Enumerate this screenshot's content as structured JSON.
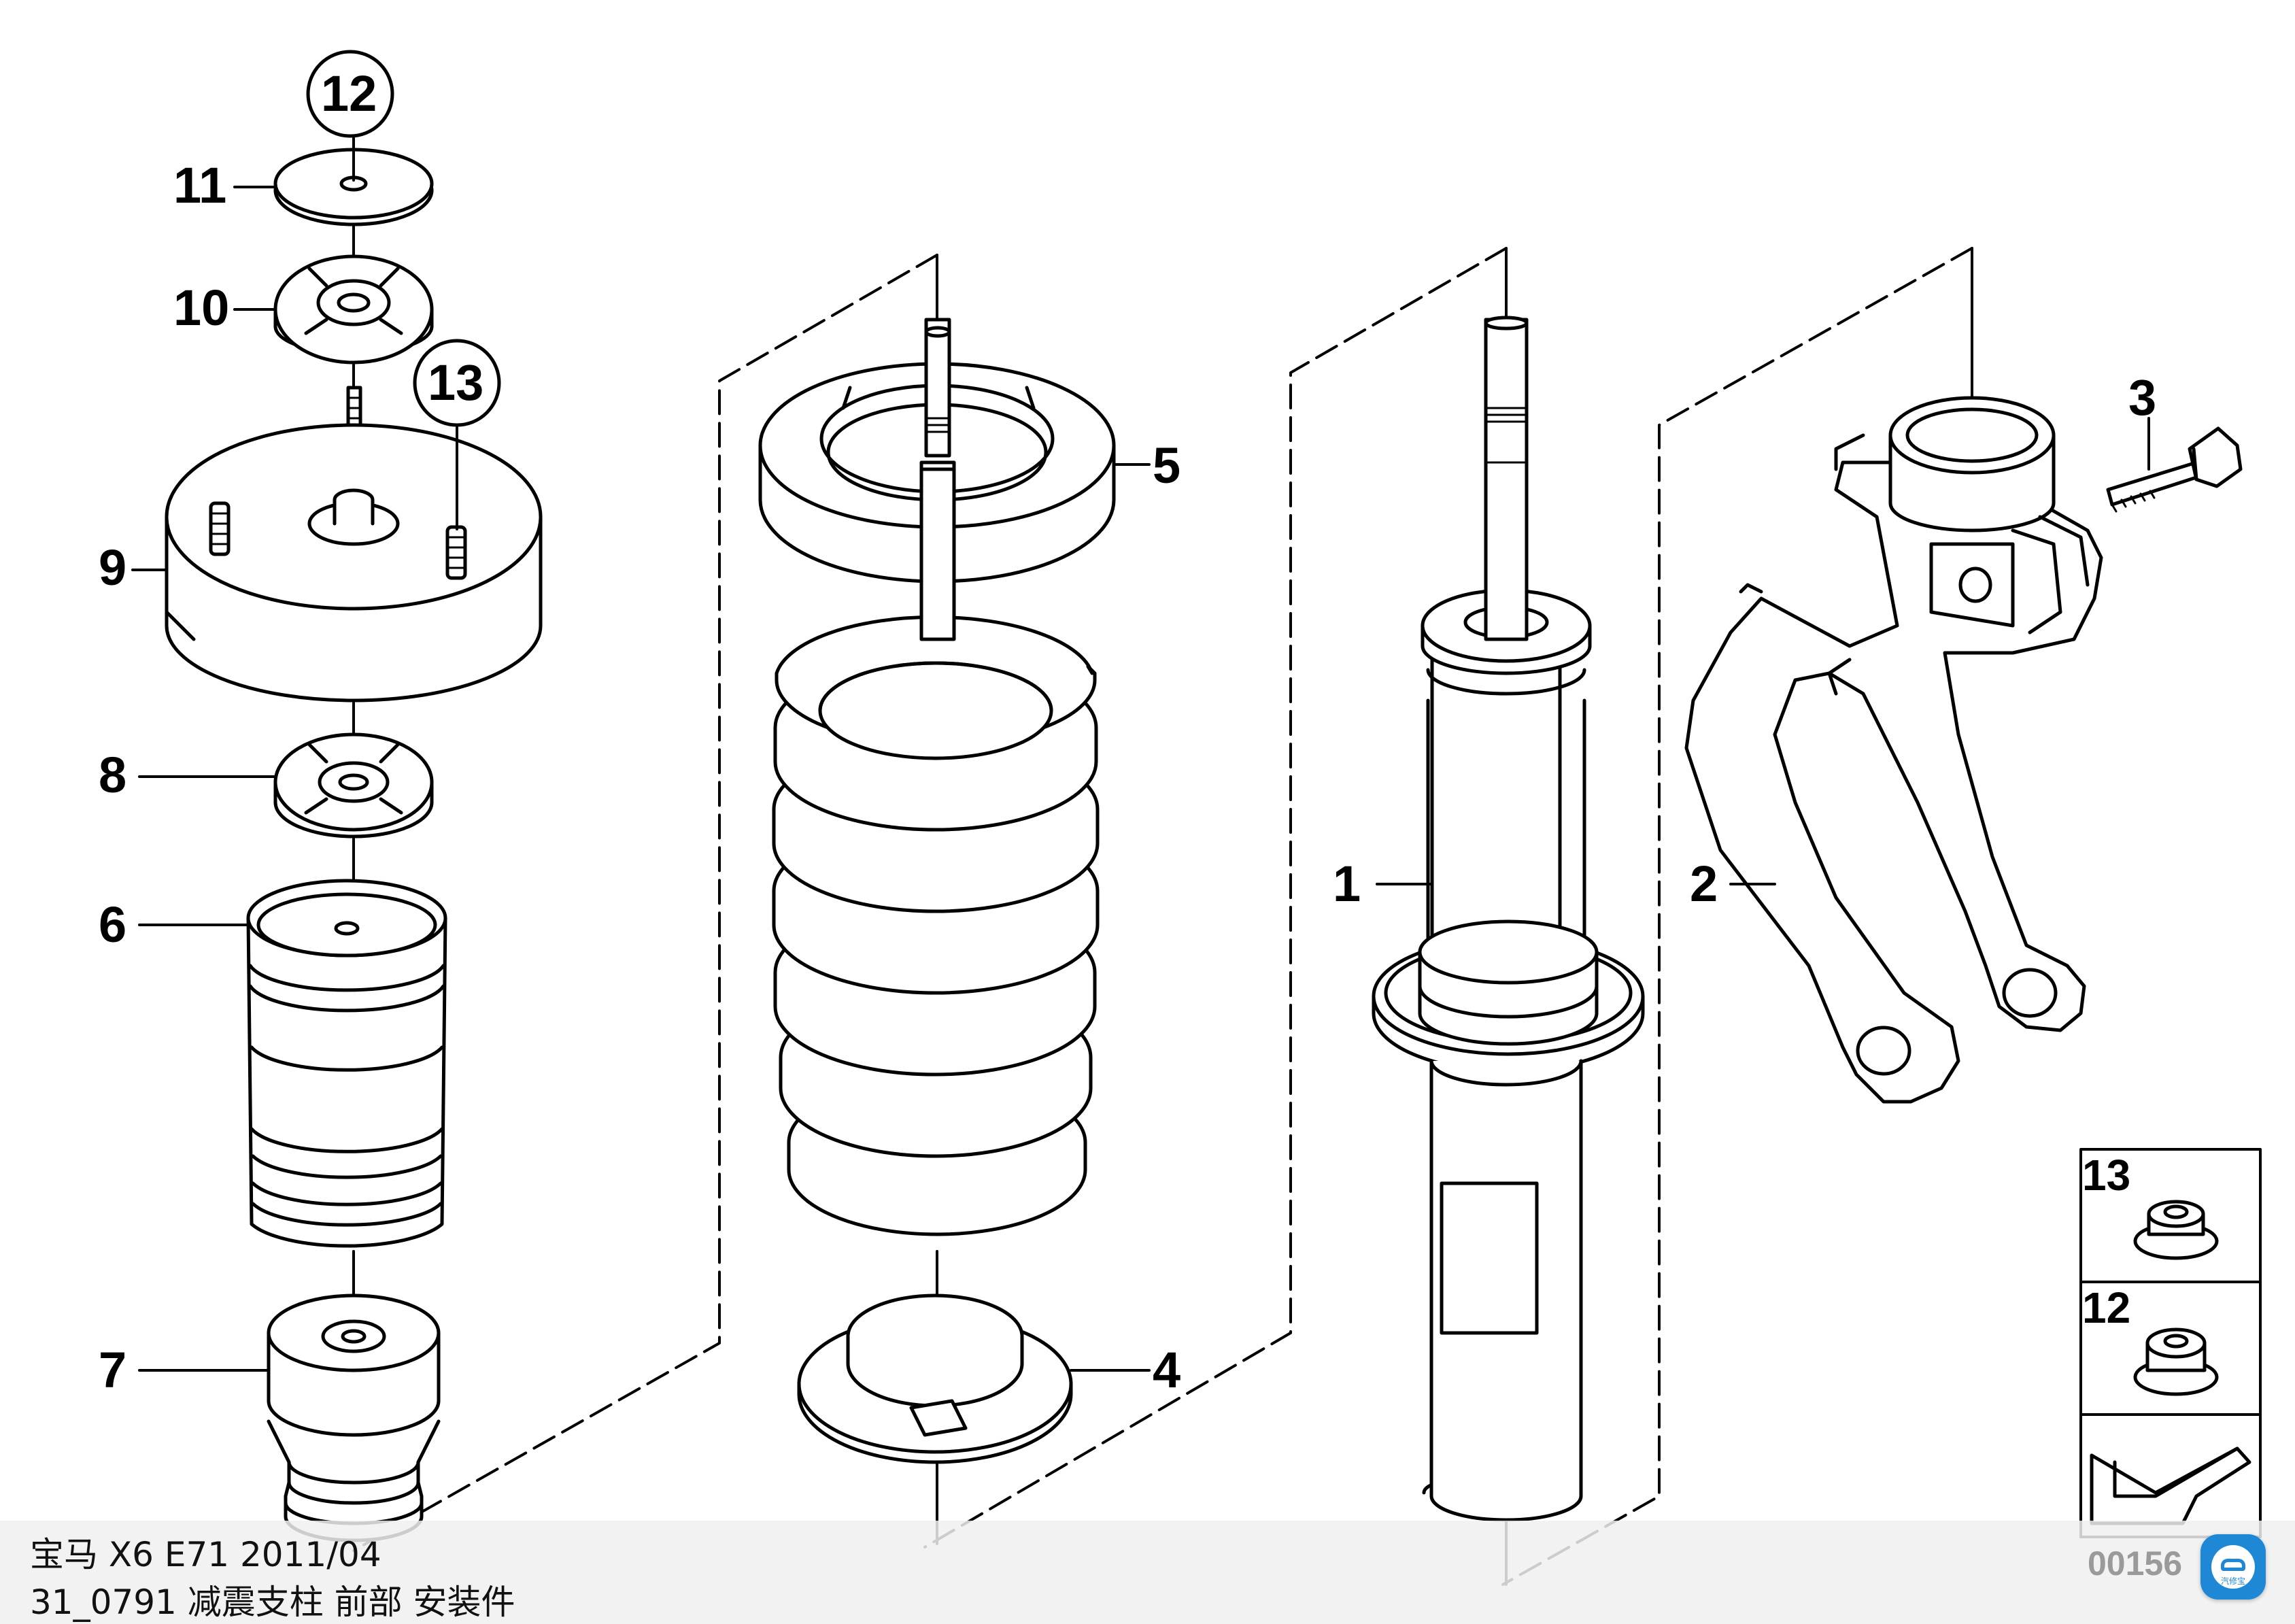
{
  "callouts": {
    "p1": "1",
    "p2": "2",
    "p3": "3",
    "p4": "4",
    "p5": "5",
    "p6": "6",
    "p7": "7",
    "p8": "8",
    "p9": "9",
    "p10": "10",
    "p11": "11",
    "p12": "12",
    "p13": "13"
  },
  "legend": {
    "item_13": "13",
    "item_12": "12"
  },
  "catalog_number": "00156",
  "caption": {
    "line1": "宝马 X6 E71 2011/04",
    "line2": "31_0791 减震支柱 前部 安装件"
  },
  "app_badge": {
    "label": "汽修宝",
    "icon": "car-icon"
  },
  "colors": {
    "line": "#000000",
    "caption_bg": "#f0f0f0",
    "badge": "#1e88d6",
    "catalog_text": "#9a9a9a"
  }
}
